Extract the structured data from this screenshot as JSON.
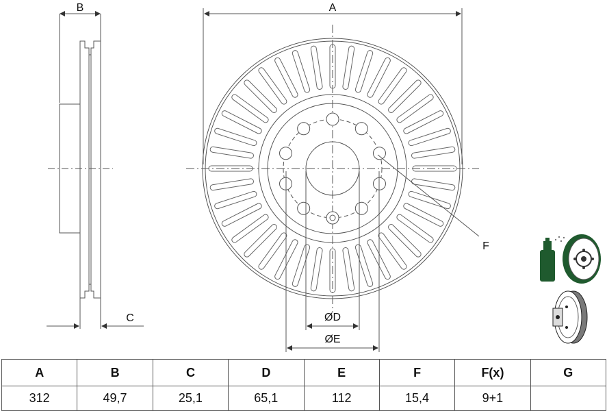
{
  "labels": {
    "A": "A",
    "B": "B",
    "C": "C",
    "F": "F",
    "D": "ØD",
    "E": "ØE"
  },
  "table": {
    "headers": [
      "A",
      "B",
      "C",
      "D",
      "E",
      "F",
      "F(x)",
      "G"
    ],
    "values": [
      "312",
      "49,7",
      "25,1",
      "65,1",
      "112",
      "15,4",
      "9+1",
      ""
    ]
  },
  "colors": {
    "line": "#444444",
    "icon_green": "#1f5a2e",
    "icon_gray": "#7a7a7a"
  },
  "icons": [
    "spray-can-icon",
    "coated-disc-icon",
    "vented-disc-icon"
  ]
}
